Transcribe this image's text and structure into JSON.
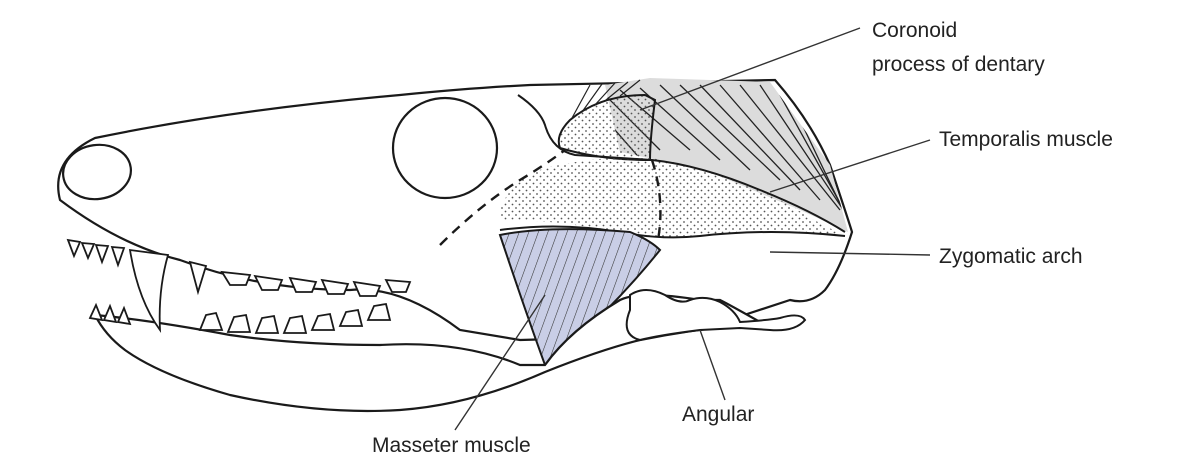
{
  "labels": {
    "coronoid_line1": "Coronoid",
    "coronoid_line2": "process of dentary",
    "temporalis": "Temporalis muscle",
    "zygomatic": "Zygomatic arch",
    "angular": "Angular",
    "masseter": "Masseter muscle"
  },
  "colors": {
    "outline": "#1a1a1a",
    "masseter_fill": "#c9cee6",
    "temporalis_fill": "#dcdcdc",
    "stipple": "#555555",
    "label_text": "#222222"
  }
}
